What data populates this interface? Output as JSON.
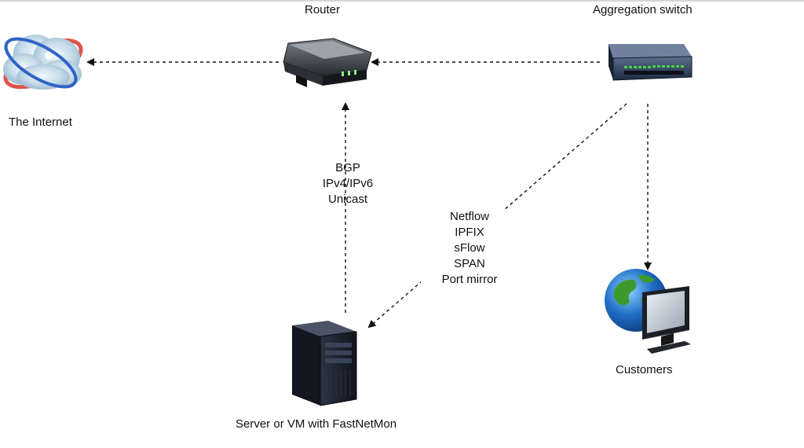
{
  "nodes": {
    "internet": {
      "label": "The Internet",
      "icon": "cloud-globe-icon"
    },
    "router": {
      "label": "Router",
      "icon": "router-icon"
    },
    "switch": {
      "label": "Aggregation switch",
      "icon": "network-switch-icon"
    },
    "server": {
      "label": "Server or VM with FastNetMon",
      "icon": "server-tower-icon"
    },
    "customers": {
      "label": "Customers",
      "icon": "globe-monitor-icon"
    }
  },
  "edges": {
    "bgp": {
      "lines": [
        "BGP",
        "IPv4/IPv6",
        "Unicast"
      ]
    },
    "flow": {
      "lines": [
        "Netflow",
        "IPFIX",
        "sFlow",
        "SPAN",
        "Port mirror"
      ]
    }
  },
  "colors": {
    "line": "#111111",
    "cloud": "#b9d3e3",
    "orbit_red": "#e0534a",
    "orbit_blue": "#2f63c6",
    "globe_ocean": "#1f6fc8",
    "globe_land": "#3c9a2c",
    "switch_body": "#2b3c57",
    "port_green": "#49d34a",
    "server_dark": "#1a1f2b"
  }
}
